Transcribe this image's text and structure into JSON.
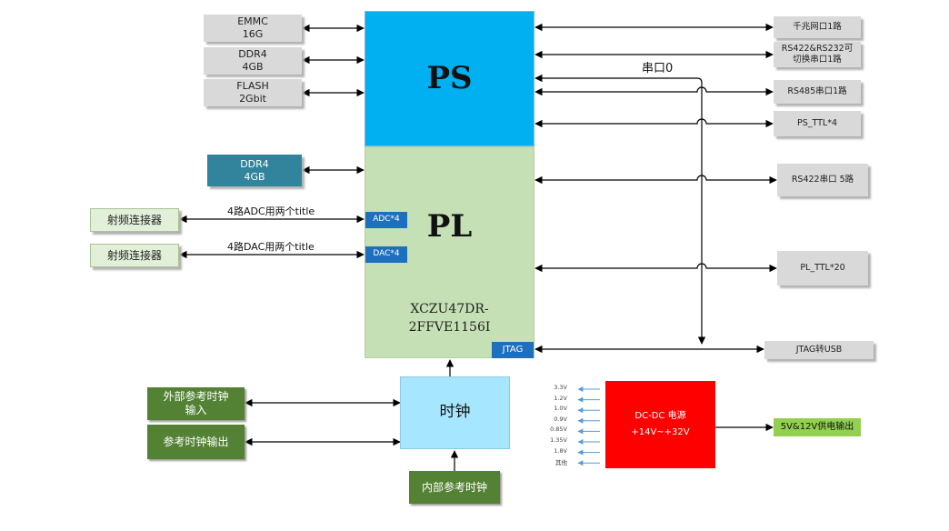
{
  "memory": {
    "emmc": [
      "EMMC",
      "16G"
    ],
    "ddr4_ps": [
      "DDR4",
      "4GB"
    ],
    "flash": [
      "FLASH",
      "2Gbit"
    ],
    "ddr4_pl": [
      "DDR4",
      "4GB"
    ]
  },
  "ps": {
    "label": "PS"
  },
  "pl": {
    "label": "PL",
    "chip": [
      "XCZU47DR-",
      "2FFVE1156I"
    ],
    "adc_tag": "ADC*4",
    "dac_tag": "DAC*4",
    "jtag_tag": "JTAG"
  },
  "rf": {
    "adc_connector": "射频连接器",
    "dac_connector": "射频连接器",
    "adc_link": "4路ADC用两个title",
    "dac_link": "4路DAC用两个title"
  },
  "serial_label": "串口0",
  "right_ports": {
    "gige": "千兆网口1路",
    "rs422_232": [
      "RS422&RS232可",
      "切换串口1路"
    ],
    "rs485": "RS485串口1路",
    "ps_ttl": "PS_TTL*4",
    "rs422": "RS422串口 5路",
    "pl_ttl": "PL_TTL*20",
    "jtag_usb": "JTAG转USB"
  },
  "clock": {
    "label": "时钟",
    "external_in": [
      "外部参考时钟",
      "输入"
    ],
    "ref_out": "参考时钟输出",
    "internal": "内部参考时钟"
  },
  "power": {
    "title": "DC-DC  电源",
    "range": "+14V~+32V",
    "output": "5V&12V供电输出",
    "rails": [
      "3.3V",
      "1.2V",
      "1.0V",
      "0.9V",
      "0.85V",
      "1.35V",
      "1.8V",
      "其他"
    ]
  },
  "colors": {
    "ps": "#00b0f0",
    "pl": "#c5e0b4",
    "clock": "#a6e6ff",
    "dcdc": "#ff0000",
    "output": "#92d050",
    "tag": "#1f6fbf",
    "ddr_pl": "#31849b",
    "green_box": "#548235"
  }
}
